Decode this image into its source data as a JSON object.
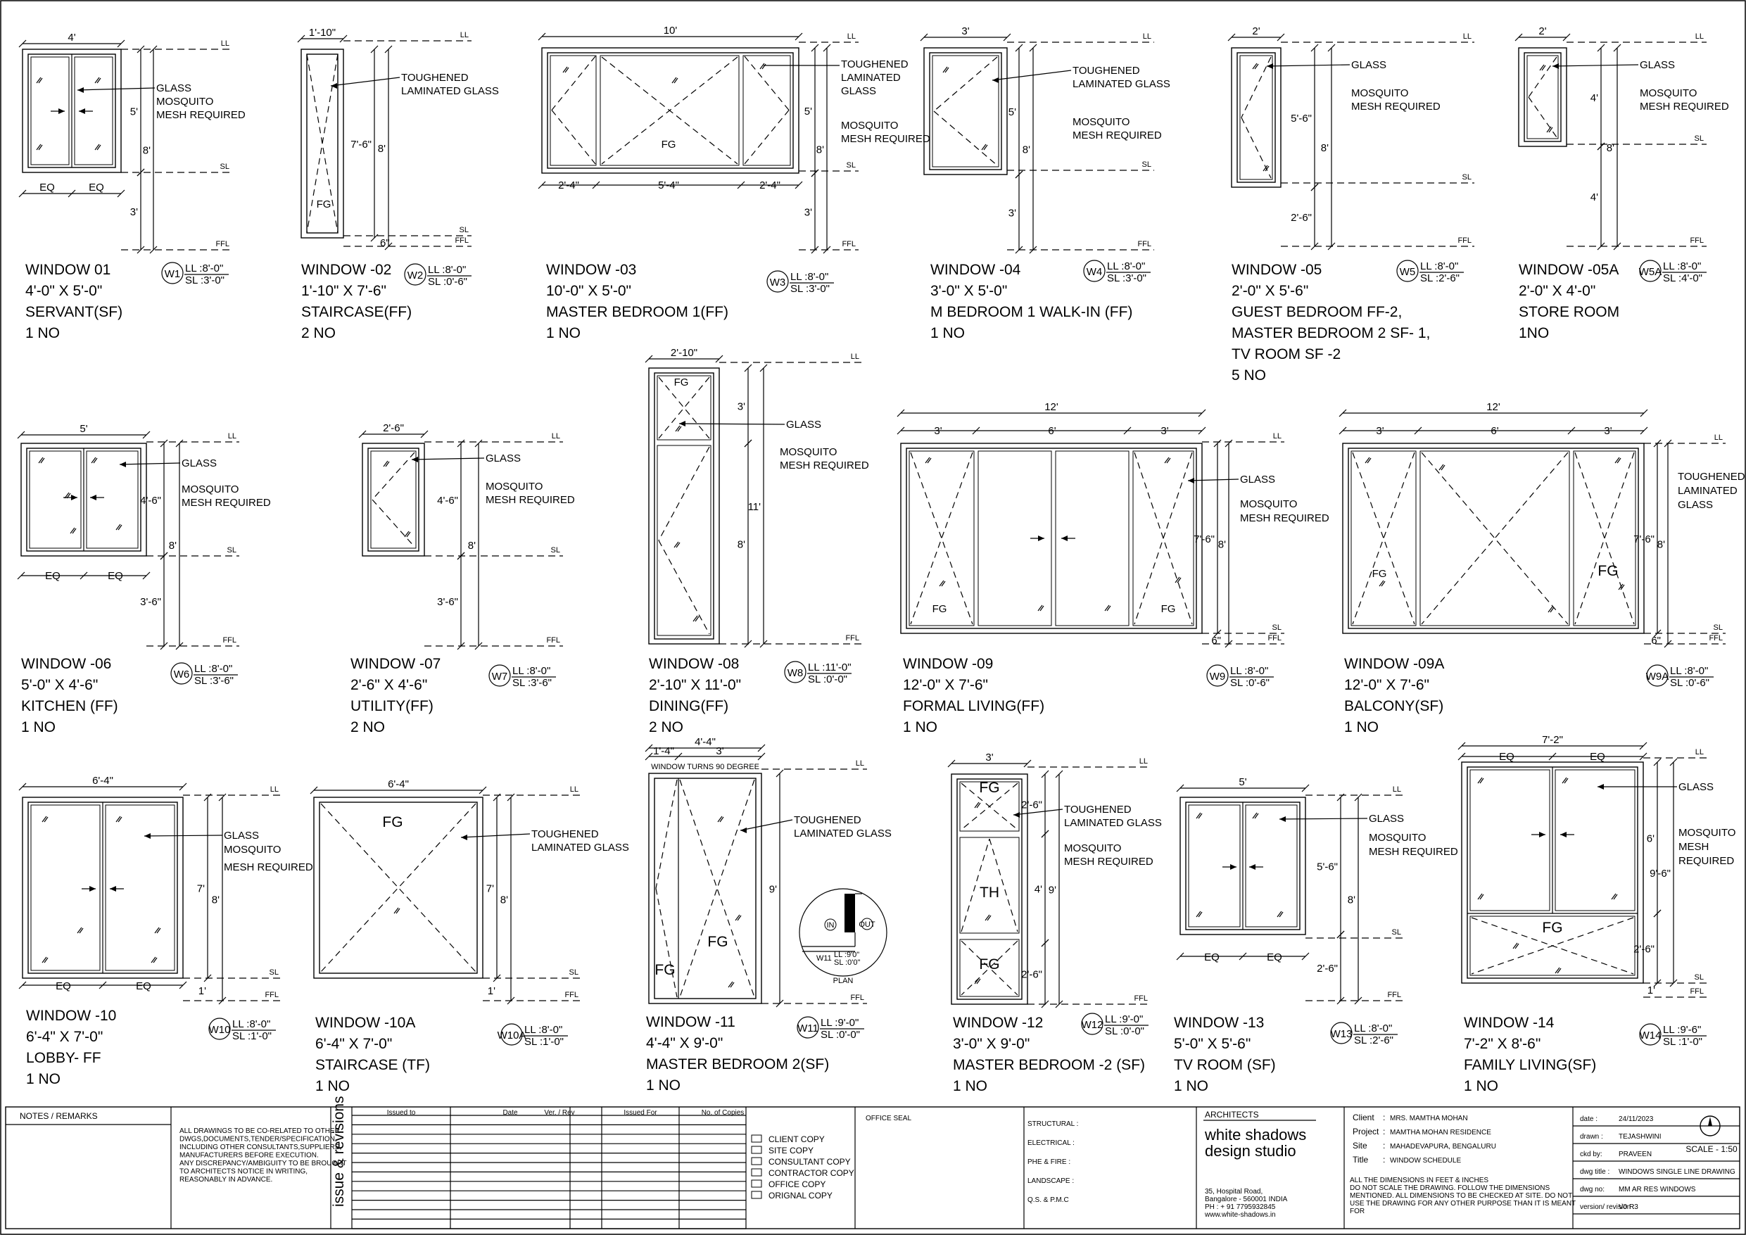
{
  "windows": [
    {
      "name": "WINDOW 01",
      "size": "4'-0\" X 5'-0\"",
      "room": "SERVANT(SF)",
      "qty": "1 NO",
      "tag": "W1",
      "ll": "LL :8'-0\"",
      "sl": "SL :3'-0\"",
      "w": "4'",
      "h": "5'",
      "tot": "8'",
      "sill": "3'",
      "split": "EQ",
      "notes": [
        "GLASS",
        "MOSQUITO",
        "MESH REQUIRED"
      ]
    },
    {
      "name": "WINDOW -02",
      "size": "1'-10\" X 7'-6\"",
      "room": "STAIRCASE(FF)",
      "qty": "2 NO",
      "tag": "W2",
      "ll": "LL :8'-0\"",
      "sl": "SL :0'-6\"",
      "w": "1'-10\"",
      "h": "7'-6\"",
      "tot": "8'",
      "sill": "6\"",
      "fg": "FG",
      "notes": [
        "TOUGHENED",
        "LAMINATED GLASS"
      ]
    },
    {
      "name": "WINDOW -03",
      "size": "10'-0\" X 5'-0\"",
      "room": "MASTER BEDROOM 1(FF)",
      "qty": "1 NO",
      "tag": "W3",
      "ll": "LL :8'-0\"",
      "sl": "SL :3'-0\"",
      "w": "10'",
      "h": "5'",
      "tot": "8'",
      "sill": "3'",
      "fg": "FG",
      "bottom": [
        "2'-4\"",
        "5'-4\"",
        "2'-4\""
      ],
      "notes": [
        "TOUGHENED",
        "LAMINATED",
        "GLASS",
        "MOSQUITO",
        "MESH REQUIRED"
      ]
    },
    {
      "name": "WINDOW -04",
      "size": "3'-0\" X 5'-0\"",
      "room": "M BEDROOM 1 WALK-IN (FF)",
      "qty": "1 NO",
      "tag": "W4",
      "ll": "LL :8'-0\"",
      "sl": "SL :3'-0\"",
      "w": "3'",
      "h": "5'",
      "tot": "8'",
      "sill": "3'",
      "notes": [
        "TOUGHENED",
        "LAMINATED GLASS",
        "MOSQUITO",
        "MESH REQUIRED"
      ]
    },
    {
      "name": "WINDOW -05",
      "room_lines": [
        "GUEST BEDROOM FF-2,",
        "MASTER BEDROOM 2 SF- 1,",
        "TV ROOM SF -2"
      ],
      "size": "2'-0\" X 5'-6\"",
      "qty": "5 NO",
      "tag": "W5",
      "ll": "LL :8'-0\"",
      "sl": "SL :2'-6\"",
      "w": "2'",
      "h": "5'-6\"",
      "tot": "8'",
      "sill": "2'-6\"",
      "notes": [
        "GLASS",
        "MOSQUITO",
        "MESH REQUIRED"
      ]
    },
    {
      "name": "WINDOW -05A",
      "size": "2'-0\" X 4'-0\"",
      "room": "STORE ROOM",
      "qty": "1NO",
      "tag": "W5A",
      "ll": "LL :8'-0\"",
      "sl": "SL :4'-0\"",
      "w": "2'",
      "h": "4'",
      "tot": "8'",
      "sill": "4'",
      "notes": [
        "GLASS",
        "MOSQUITO",
        "MESH REQUIRED"
      ]
    },
    {
      "name": "WINDOW -06",
      "size": "5'-0\" X 4'-6\"",
      "room": "KITCHEN (FF)",
      "qty": "1 NO",
      "tag": "W6",
      "ll": "LL :8'-0\"",
      "sl": "SL :3'-6\"",
      "w": "5'",
      "h": "4'-6\"",
      "tot": "8'",
      "sill": "3'-6\"",
      "split": "EQ",
      "notes": [
        "GLASS",
        "MOSQUITO",
        "MESH REQUIRED"
      ]
    },
    {
      "name": "WINDOW -07",
      "size": "2'-6\" X 4'-6\"",
      "room": "UTILITY(FF)",
      "qty": "2 NO",
      "tag": "W7",
      "ll": "LL :8'-0\"",
      "sl": "SL :3'-6\"",
      "w": "2'-6\"",
      "h": "4'-6\"",
      "tot": "8'",
      "sill": "3'-6\"",
      "notes": [
        "GLASS",
        "MOSQUITO",
        "MESH REQUIRED"
      ]
    },
    {
      "name": "WINDOW -08",
      "size": "2'-10\" X 11'-0\"",
      "room": "DINING(FF)",
      "qty": "2 NO",
      "tag": "W8",
      "ll": "LL :11'-0\"",
      "sl": "SL :0'-0\"",
      "w": "2'-10\"",
      "h": "8'",
      "top": "3'",
      "tot": "11'",
      "fg": "FG",
      "notes": [
        "GLASS",
        "MOSQUITO",
        "MESH REQUIRED"
      ]
    },
    {
      "name": "WINDOW -09",
      "size": "12'-0\" X 7'-6\"",
      "room": "FORMAL LIVING(FF)",
      "qty": "1 NO",
      "tag": "W9",
      "ll": "LL :8'-0\"",
      "sl": "SL :0'-6\"",
      "w": "12'",
      "parts": [
        "3'",
        "6'",
        "3'"
      ],
      "h": "7'-6\"",
      "tot": "8'",
      "sill": "6\"",
      "fg": "FG",
      "notes": [
        "GLASS",
        "MOSQUITO",
        "MESH REQUIRED"
      ]
    },
    {
      "name": "WINDOW -09A",
      "size": "12'-0\" X 7'-6\"",
      "room": "BALCONY(SF)",
      "qty": "1 NO",
      "tag": "W9A",
      "ll": "LL :8'-0\"",
      "sl": "SL :0'-6\"",
      "w": "12'",
      "parts": [
        "3'",
        "6'",
        "3'"
      ],
      "h": "7'-6\"",
      "tot": "8'",
      "sill": "6\"",
      "fg": "FG",
      "notes": [
        "TOUGHENED",
        "LAMINATED",
        "GLASS"
      ]
    },
    {
      "name": "WINDOW -10",
      "size": "6'-4\" X 7'-0\"",
      "room": "LOBBY- FF",
      "qty": "1 NO",
      "tag": "W10",
      "ll": "LL :8'-0\"",
      "sl": "SL :1'-0\"",
      "w": "6'-4\"",
      "h": "7'",
      "tot": "8'",
      "sill": "1'",
      "split": "EQ",
      "notes": [
        "GLASS",
        "MOSQUITO",
        "MESH REQUIRED"
      ]
    },
    {
      "name": "WINDOW -10A",
      "size": "6'-4\" X 7'-0\"",
      "room": "STAIRCASE (TF)",
      "qty": "1 NO",
      "tag": "W10A",
      "ll": "LL :8'-0\"",
      "sl": "SL :1'-0\"",
      "w": "6'-4\"",
      "h": "7'",
      "tot": "8'",
      "sill": "1'",
      "fg": "FG",
      "notes": [
        "TOUGHENED",
        "LAMINATED GLASS"
      ]
    },
    {
      "name": "WINDOW -11",
      "size": "4'-4\" X 9'-0\"",
      "room": "MASTER BEDROOM 2(SF)",
      "qty": "1 NO",
      "tag": "W11",
      "ll": "LL :9'-0\"",
      "sl": "SL :0'-0\"",
      "w": "4'-4\"",
      "parts": [
        "1'-4\"",
        "3'"
      ],
      "h": "9'",
      "fg": "FG",
      "opening": "WINDOW TURNS 90 DEGREE",
      "plan": "PLAN",
      "plan_in": "IN",
      "plan_out": "OUT",
      "plan_tag": "W11",
      "plan_ll": "LL :9'0\"",
      "plan_sl": "SL :0'0\"",
      "notes": [
        "TOUGHENED",
        "LAMINATED GLASS"
      ]
    },
    {
      "name": "WINDOW -12",
      "size": "3'-0\" X 9'-0\"",
      "room": "MASTER BEDROOM -2 (SF)",
      "qty": "1 NO",
      "tag": "W12",
      "ll": "LL :9'-0\"",
      "sl": "SL :0'-0\"",
      "w": "3'",
      "top": "2'-6\"",
      "mid": "4'",
      "bot": "2'-6\"",
      "tot": "9'",
      "fg": "FG",
      "th": "TH",
      "notes": [
        "TOUGHENED",
        "LAMINATED GLASS",
        "MOSQUITO",
        "MESH REQUIRED"
      ]
    },
    {
      "name": "WINDOW -13",
      "size": "5'-0\" X 5'-6\"",
      "room": "TV ROOM (SF)",
      "qty": "1 NO",
      "tag": "W13",
      "ll": "LL :8'-0\"",
      "sl": "SL :2'-6\"",
      "w": "5'",
      "h": "5'-6\"",
      "tot": "8'",
      "sill": "2'-6\"",
      "split": "EQ",
      "notes": [
        "GLASS",
        "MOSQUITO",
        "MESH REQUIRED"
      ]
    },
    {
      "name": "WINDOW -14",
      "size": "7'-2\" X 8'-6\"",
      "room": "FAMILY LIVING(SF)",
      "qty": "1 NO",
      "tag": "W14",
      "ll": "LL :9'-6\"",
      "sl": "SL :1'-0\"",
      "w": "7'-2\"",
      "split": "EQ",
      "h": "6'",
      "bot": "2'-6\"",
      "tot": "9'-6\"",
      "sill": "1'",
      "fg": "FG",
      "notes": [
        "GLASS",
        "MOSQUITO",
        "MESH",
        "REQUIRED"
      ]
    }
  ],
  "levels": {
    "ll": "LL",
    "sl": "SL",
    "ffl": "FFL"
  },
  "titleblock": {
    "notes_heading": "NOTES / REMARKS",
    "notes_text": [
      "ALL DRAWINGS TO BE CO-RELATED TO OTHER",
      "DWGS,DOCUMENTS,TENDER/SPECIFICATION,",
      "INCLUDING OTHER CONSULTANTS,SUPPLIERS,",
      "MANUFACTURERS BEFORE EXECUTION.",
      "ANY DISCREPANCY/AMBIGUITY TO BE BROUGHT",
      "TO ARCHITECTS NOTICE IN WRITING,",
      "REASONABLY IN ADVANCE."
    ],
    "issue_label": "issue & revisions",
    "issue_cols": [
      "Issued to",
      "Date",
      "Ver. / Rev",
      "Issued For",
      "No. of Copies"
    ],
    "copies": [
      "CLIENT COPY",
      "SITE  COPY",
      "CONSULTANT COPY",
      "CONTRACTOR COPY",
      "OFFICE COPY",
      "ORIGNAL COPY"
    ],
    "office_seal": "OFFICE SEAL",
    "consultants": [
      "STRUCTURAL :",
      "ELECTRICAL :",
      "PHE & FIRE :",
      "LANDSCAPE :",
      "Q.S. & P.M.C"
    ],
    "architects": "ARCHITECTS",
    "brand1": "white shadows",
    "brand2": "design studio",
    "address": [
      "35, Hospital Road,",
      "Bangalore - 560001 INDIA",
      "PH : + 91 7795932845",
      "www.white-shadows.in"
    ],
    "client_label": "Client",
    "client": "MRS. MAMTHA MOHAN",
    "project_label": "Project",
    "project": "MAMTHA MOHAN RESIDENCE",
    "site_label": "Site",
    "site": "MAHADEVAPURA, BENGALURU",
    "title_label": "Title",
    "title": "WINDOW SCHEDULE",
    "dim_note": [
      "ALL THE DIMENSIONS IN FEET & INCHES",
      "DO NOT SCALE THE DRAWING. FOLLOW THE DIMENSIONS",
      "MENTIONED. ALL DIMENSIONS TO BE CHECKED AT SITE. DO NOT",
      "USE THE DRAWING FOR ANY OTHER PURPOSE THAN IT IS MEANT",
      "FOR"
    ],
    "date_label": "date :",
    "date": "24/11/2023",
    "drawn_label": "drawn :",
    "drawn": "TEJASHWINI",
    "ckd_label": "ckd by:",
    "ckd": "PRAVEEN",
    "dwgtitle_label": "dwg title :",
    "dwgtitle": "WINDOWS SINGLE LINE DRAWING",
    "dwgno_label": "dwg no:",
    "dwgno": "MM AR RES WINDOWS",
    "version_label": "version/ revision :",
    "version": "V0 R3",
    "scale": "SCALE - 1:50"
  }
}
